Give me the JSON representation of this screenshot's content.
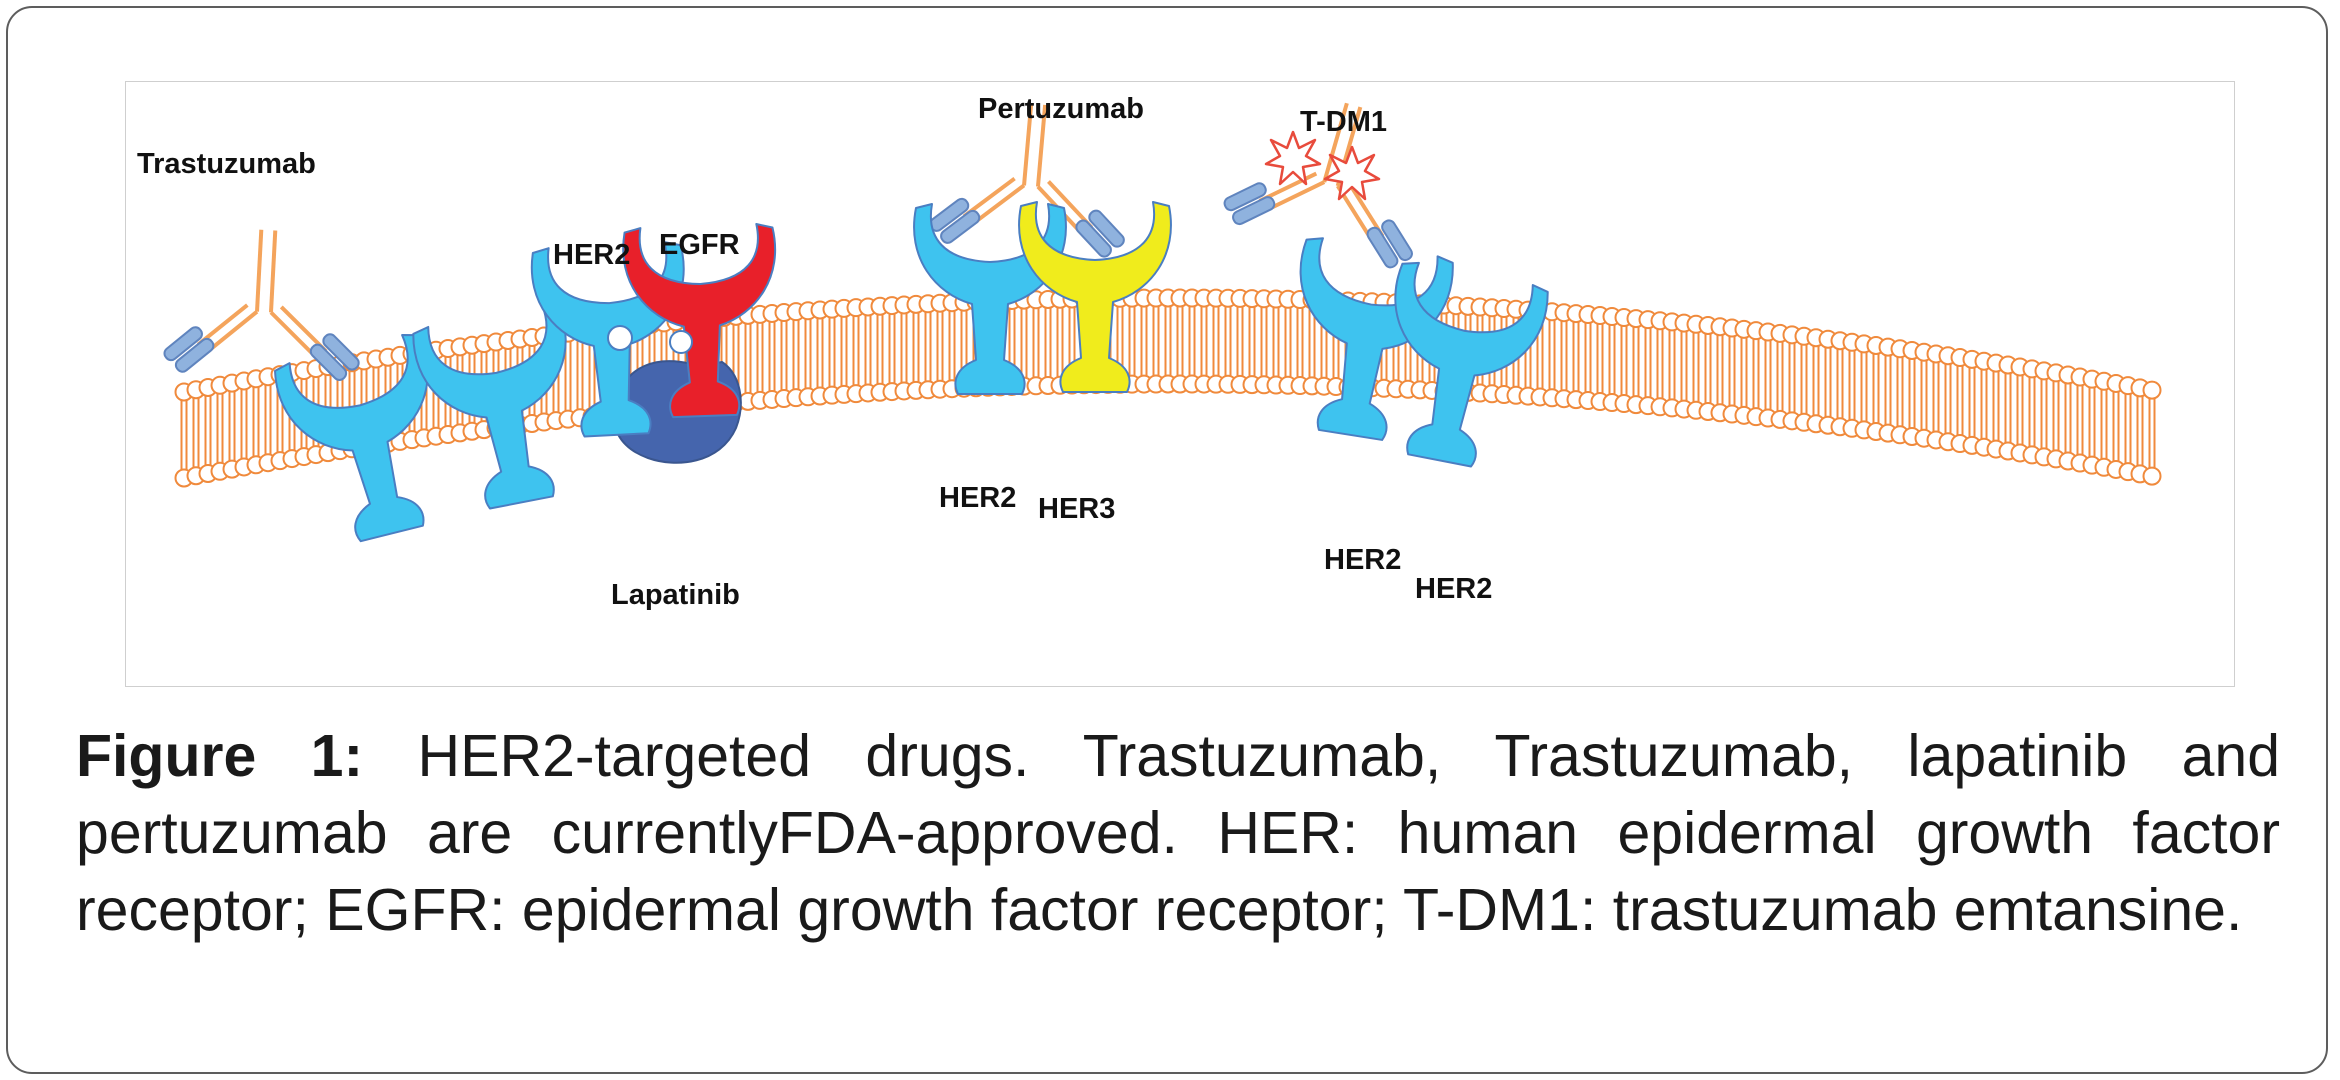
{
  "labels": {
    "trastuzumab": "Trastuzumab",
    "her2_a": "HER2",
    "egfr": "EGFR",
    "lapatinib": "Lapatinib",
    "pertuzumab": "Pertuzumab",
    "her2_b": "HER2",
    "her3": "HER3",
    "tdm1": "T-DM1",
    "her2_c": "HER2",
    "her2_d": "HER2"
  },
  "caption": {
    "label": "Figure 1:",
    "text": " HER2-targeted drugs. Trastuzumab, Trastuzumab, lapatinib and pertuzumab are currentlyFDA-approved. HER: human epidermal growth factor receptor; EGFR: epidermal growth factor receptor; T-DM1: trastuzumab emtansine."
  },
  "colors": {
    "her2_receptor": "#3ec3ef",
    "egfr_receptor": "#e8202a",
    "her3_receptor": "#f0ec1c",
    "lapatinib": "#4565ad",
    "membrane": "#f08a3c",
    "antibody_heavy_chain": "#f4a45c",
    "antibody_tip": "#8fb2de",
    "drug_payload": "#e84b3c"
  }
}
